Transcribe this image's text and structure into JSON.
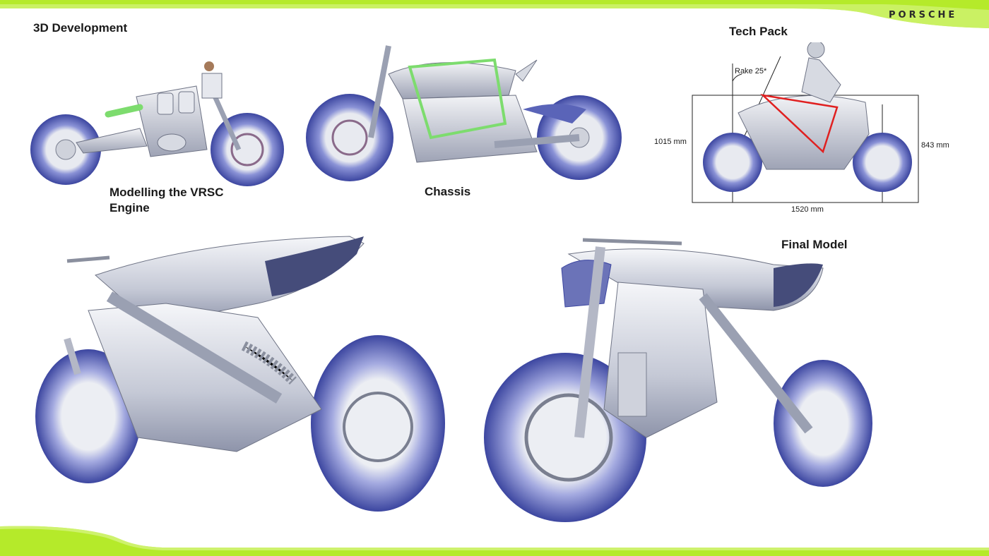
{
  "brand": {
    "logo_text": "PORSCHE",
    "accent": "#b5ea2a"
  },
  "titles": {
    "development": "3D Development",
    "engine_line1": "Modelling the VRSC",
    "engine_line2": "Engine",
    "chassis": "Chassis",
    "tech_pack": "Tech Pack",
    "final_model": "Final Model"
  },
  "tech_pack": {
    "rake": "Rake 25*",
    "height_front": "1015 mm",
    "height_rear": "843 mm",
    "wheelbase": "1520 mm"
  },
  "colors": {
    "body": "#c9cdd6",
    "tire": "#5a64b8",
    "frame_highlight": "#7ddc6e",
    "ergo_triangle": "#e02020"
  }
}
